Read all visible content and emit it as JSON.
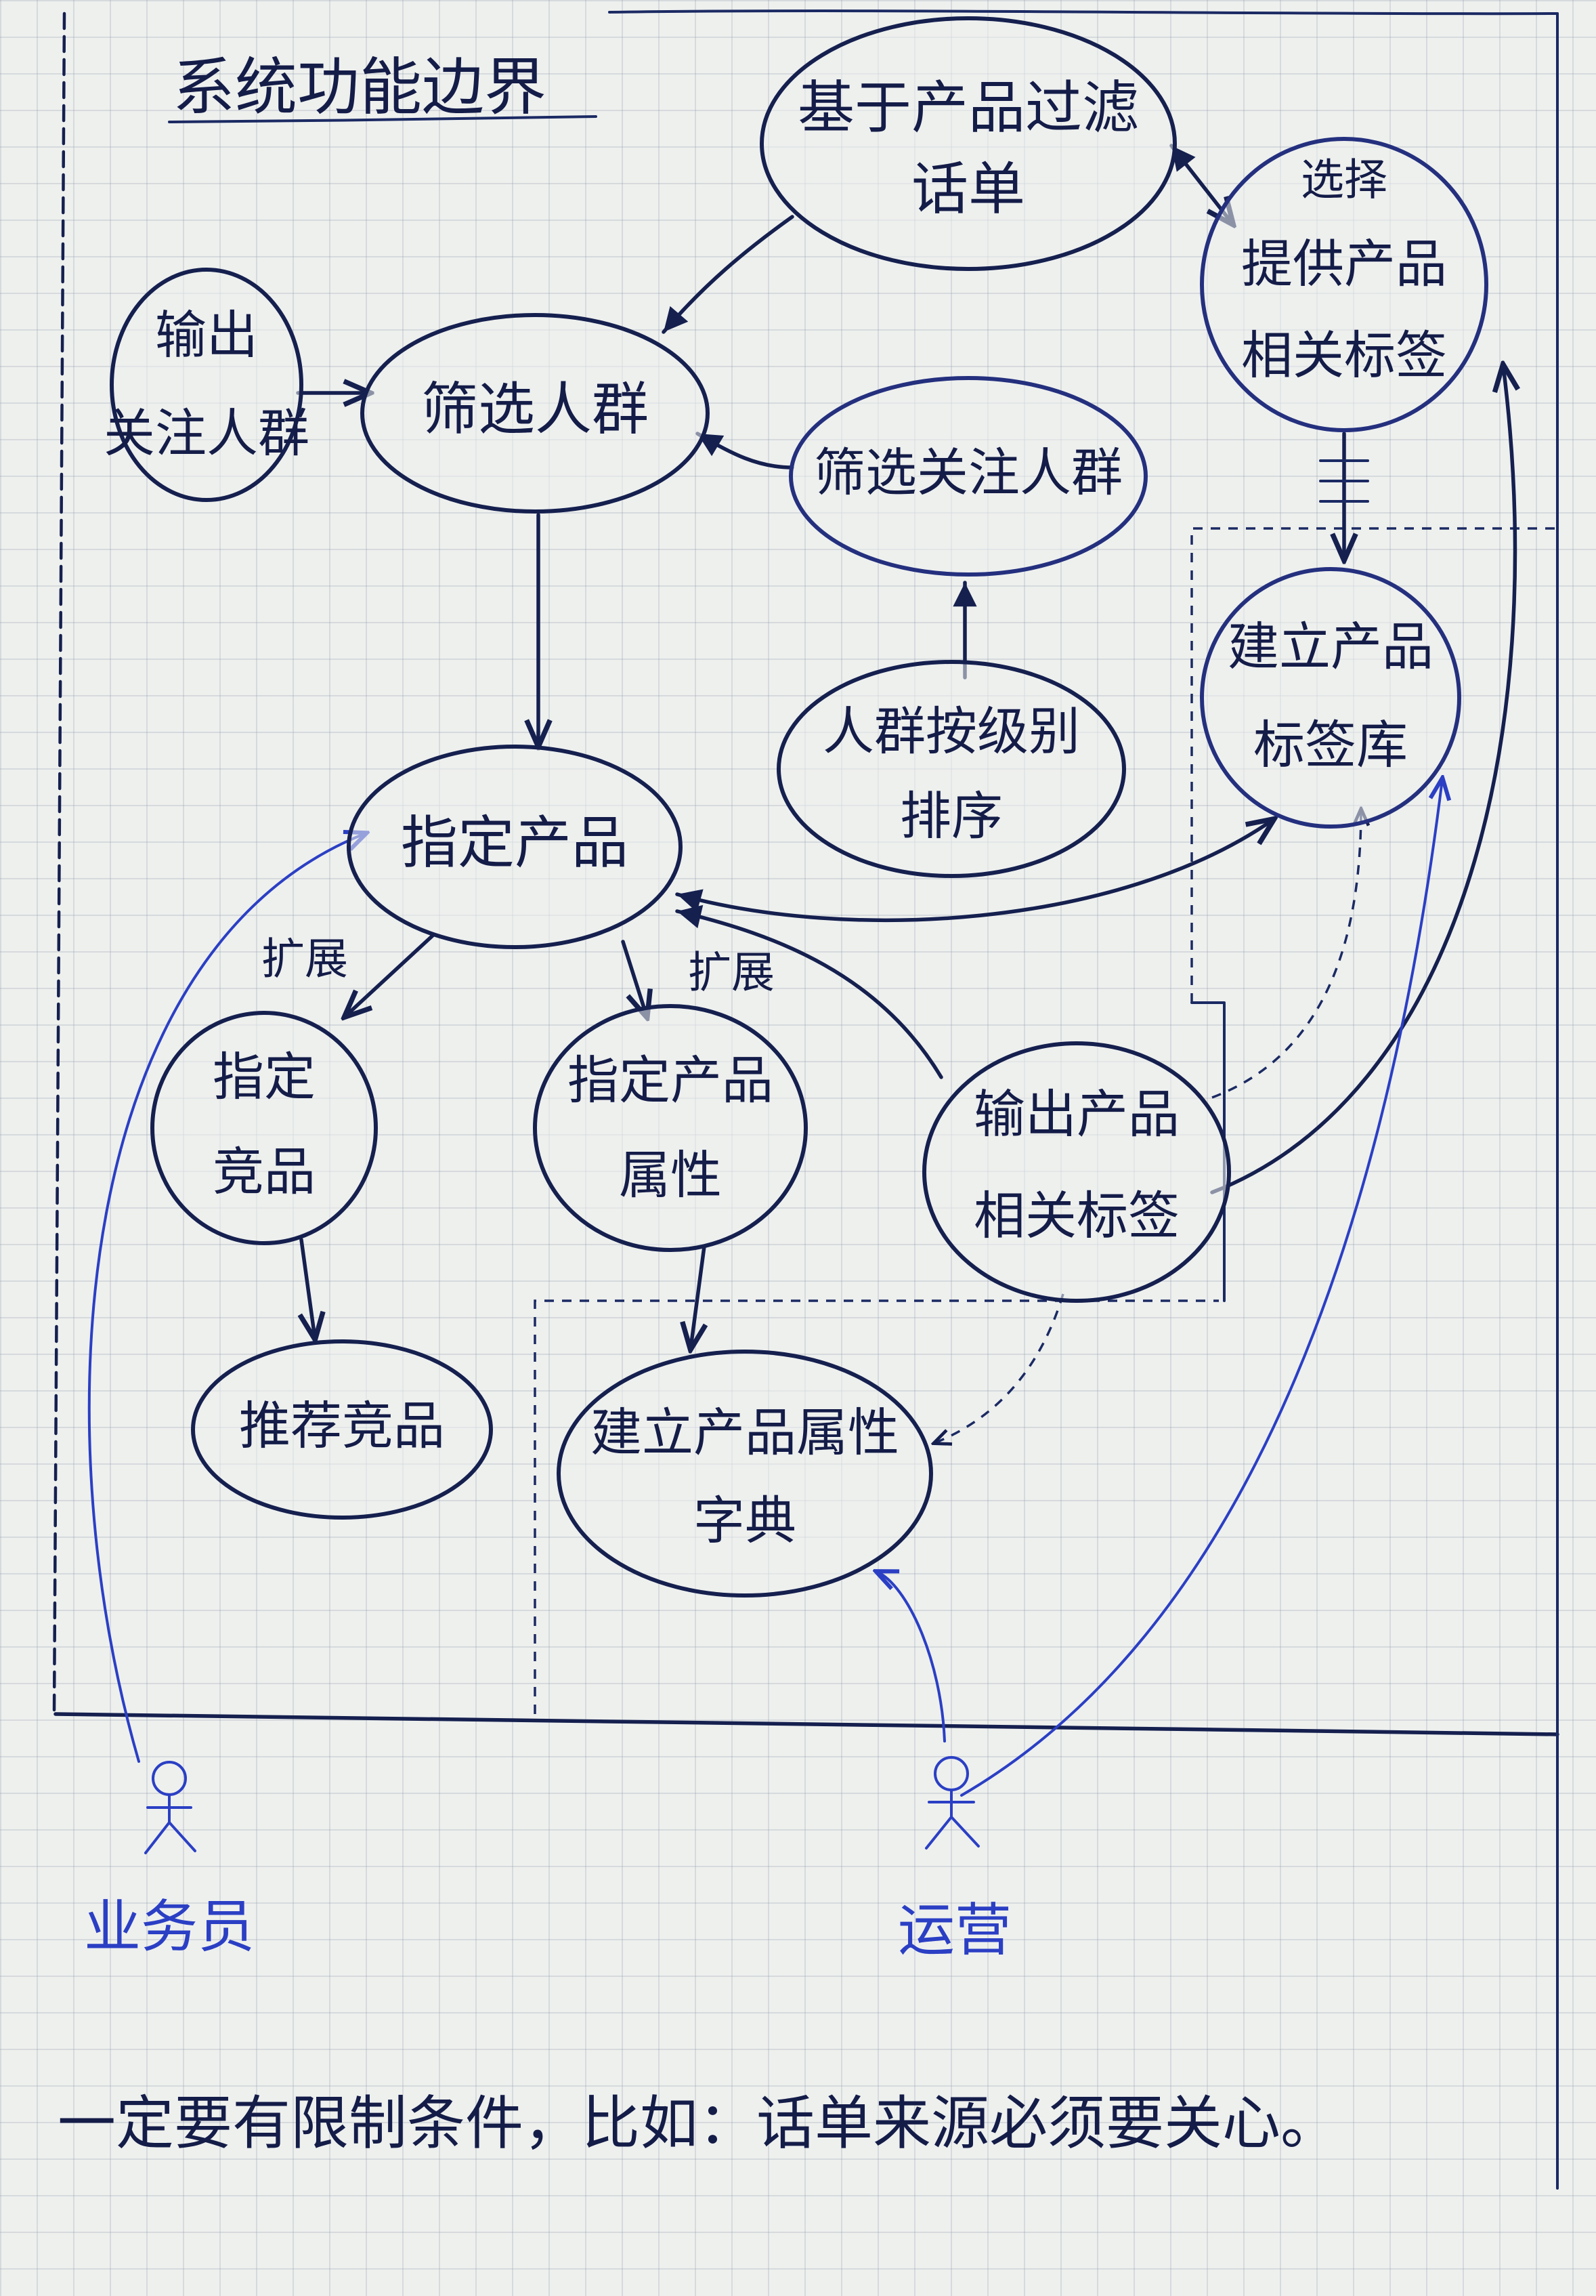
{
  "title": "系统功能边界",
  "nodes": {
    "filter_tags": [
      "基于产品过滤",
      "话单"
    ],
    "input_people": [
      "输出",
      "关注人群"
    ],
    "filter_people": [
      "筛选人群"
    ],
    "filter_related": [
      "筛选关注人群"
    ],
    "sort_people": [
      "人群按级别",
      "排序"
    ],
    "pick_product": [
      "指定产品"
    ],
    "extract_tags": [
      "提供产品",
      "相关标签"
    ],
    "extract_tags_note": "选择",
    "build_tag_lib": [
      "建立产品",
      "标签库"
    ],
    "pick_competitor": [
      "指定",
      "竞品"
    ],
    "recommend_competitor": [
      "推荐竞品"
    ],
    "product_attr": [
      "指定产品",
      "属性"
    ],
    "output_tags": [
      "输出产品",
      "相关标签"
    ],
    "attr_dict": [
      "建立产品属性",
      "字典"
    ]
  },
  "edge_labels": {
    "expand_left": "扩展",
    "expand_right": "扩展"
  },
  "actors": {
    "salesman": "业务员",
    "operator": "运营"
  },
  "footnote": "一定要有限制条件，比如：话单来源必须要关心。"
}
